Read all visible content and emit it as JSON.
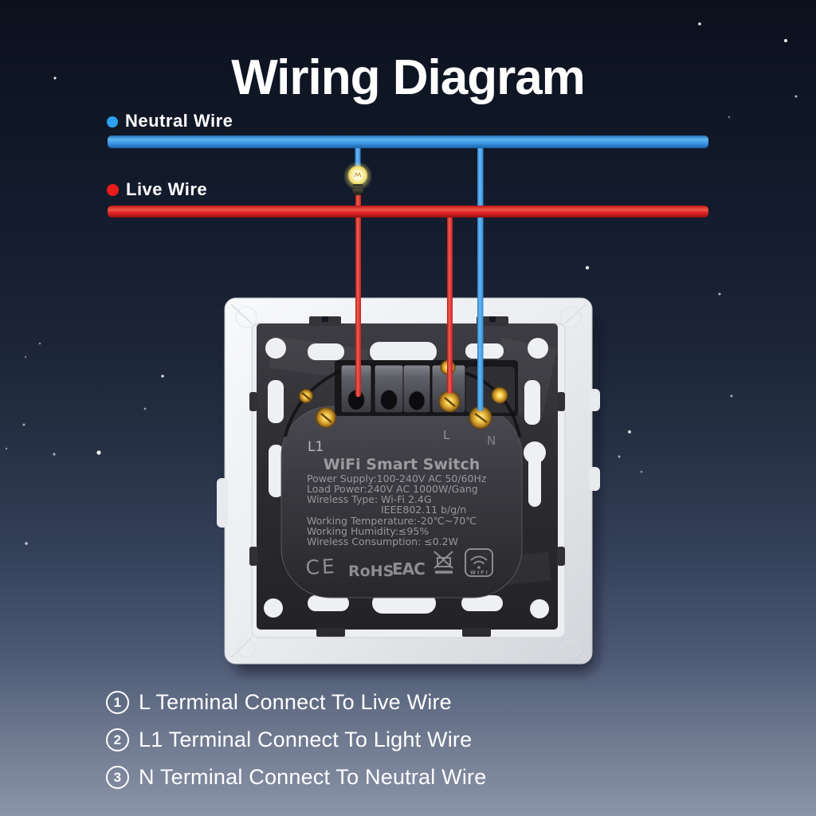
{
  "title": "Wiring Diagram",
  "legend": {
    "neutral": {
      "label": "Neutral Wire",
      "color": "#2da0f2"
    },
    "live": {
      "label": "Live Wire",
      "color": "#ea1c1c"
    }
  },
  "wire_colors": {
    "neutral_line": "#3e97e6",
    "live_line": "#e02424"
  },
  "device": {
    "name": "WiFi Smart Switch",
    "specs": [
      "Power Supply:100-240V AC 50/60Hz",
      "Load Power:240V AC 1000W/Gang",
      "Wireless Type: Wi-Fi 2.4G",
      "IEEE802.11 b/g/n",
      "Working Temperature:-20℃~70℃",
      "Working Humidity:≤95%",
      "Wireless Consumption: ≤0.2W"
    ],
    "terminal_labels": {
      "l1": "L1",
      "l": "L",
      "n": "N"
    },
    "certifications": {
      "ce": "CE",
      "rohs": "RoHS",
      "eac": "EAC",
      "wifi": "W I F I"
    }
  },
  "instructions": [
    {
      "num": "1",
      "text": "L Terminal Connect To Live Wire"
    },
    {
      "num": "2",
      "text": "L1 Terminal Connect To Light Wire"
    },
    {
      "num": "3",
      "text": "N Terminal Connect To Neutral Wire"
    }
  ]
}
